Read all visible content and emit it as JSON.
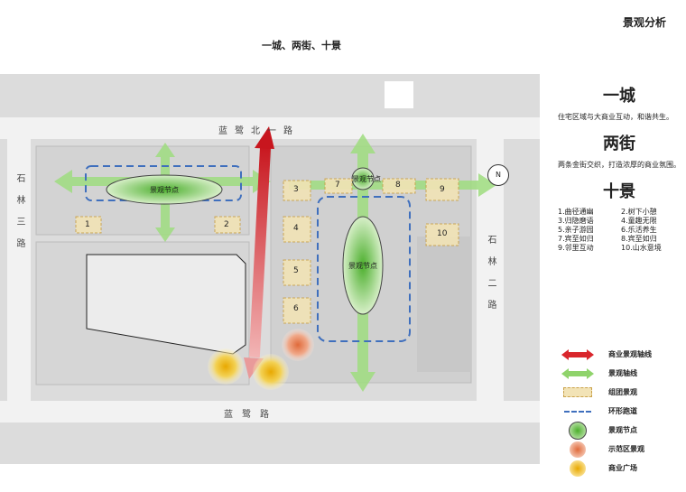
{
  "header": {
    "title": "景观分析",
    "subtitle": "一城、两街、十景"
  },
  "map": {
    "roads": {
      "north": "蓝鹭北一路",
      "south": "蓝鹭路",
      "west": "石林三路",
      "east": "石林二路"
    },
    "node_label": "景观节点",
    "zones": [
      "1",
      "2",
      "3",
      "4",
      "5",
      "6",
      "7",
      "8",
      "9",
      "10"
    ],
    "compass": "N"
  },
  "sidebar": {
    "section1": {
      "heading": "一城",
      "text": "住宅区域与大商业互动，和谐共生。"
    },
    "section2": {
      "heading": "两街",
      "text": "两条金街交织，打造浓厚的商业氛围。"
    },
    "section3": {
      "heading": "十景",
      "items": [
        "1.曲径通幽",
        "2.树下小憩",
        "3.归隐磨语",
        "4.童趣无限",
        "5.亲子游园",
        "6.乐活养生",
        "7.宾至如归",
        "8.宾至如归",
        "9.邻里互动",
        "10.山水意境"
      ]
    }
  },
  "legend": [
    {
      "label": "商业景观轴线",
      "icon": "red-double-arrow-icon",
      "color": "#d9262c"
    },
    {
      "label": "景观轴线",
      "icon": "green-double-arrow-icon",
      "color": "#8fd36b"
    },
    {
      "label": "组团景观",
      "icon": "dashed-yellow-box-icon",
      "color": "#f2e3b6"
    },
    {
      "label": "环形跑道",
      "icon": "blue-dashed-line-icon",
      "color": "#3f6fbd"
    },
    {
      "label": "景观节点",
      "icon": "green-ellipse-icon",
      "color": "#6cc24a"
    },
    {
      "label": "示范区景观",
      "icon": "orange-glow-icon",
      "color": "#e9774f"
    },
    {
      "label": "商业广场",
      "icon": "yellow-glow-icon",
      "color": "#f1c232"
    }
  ]
}
